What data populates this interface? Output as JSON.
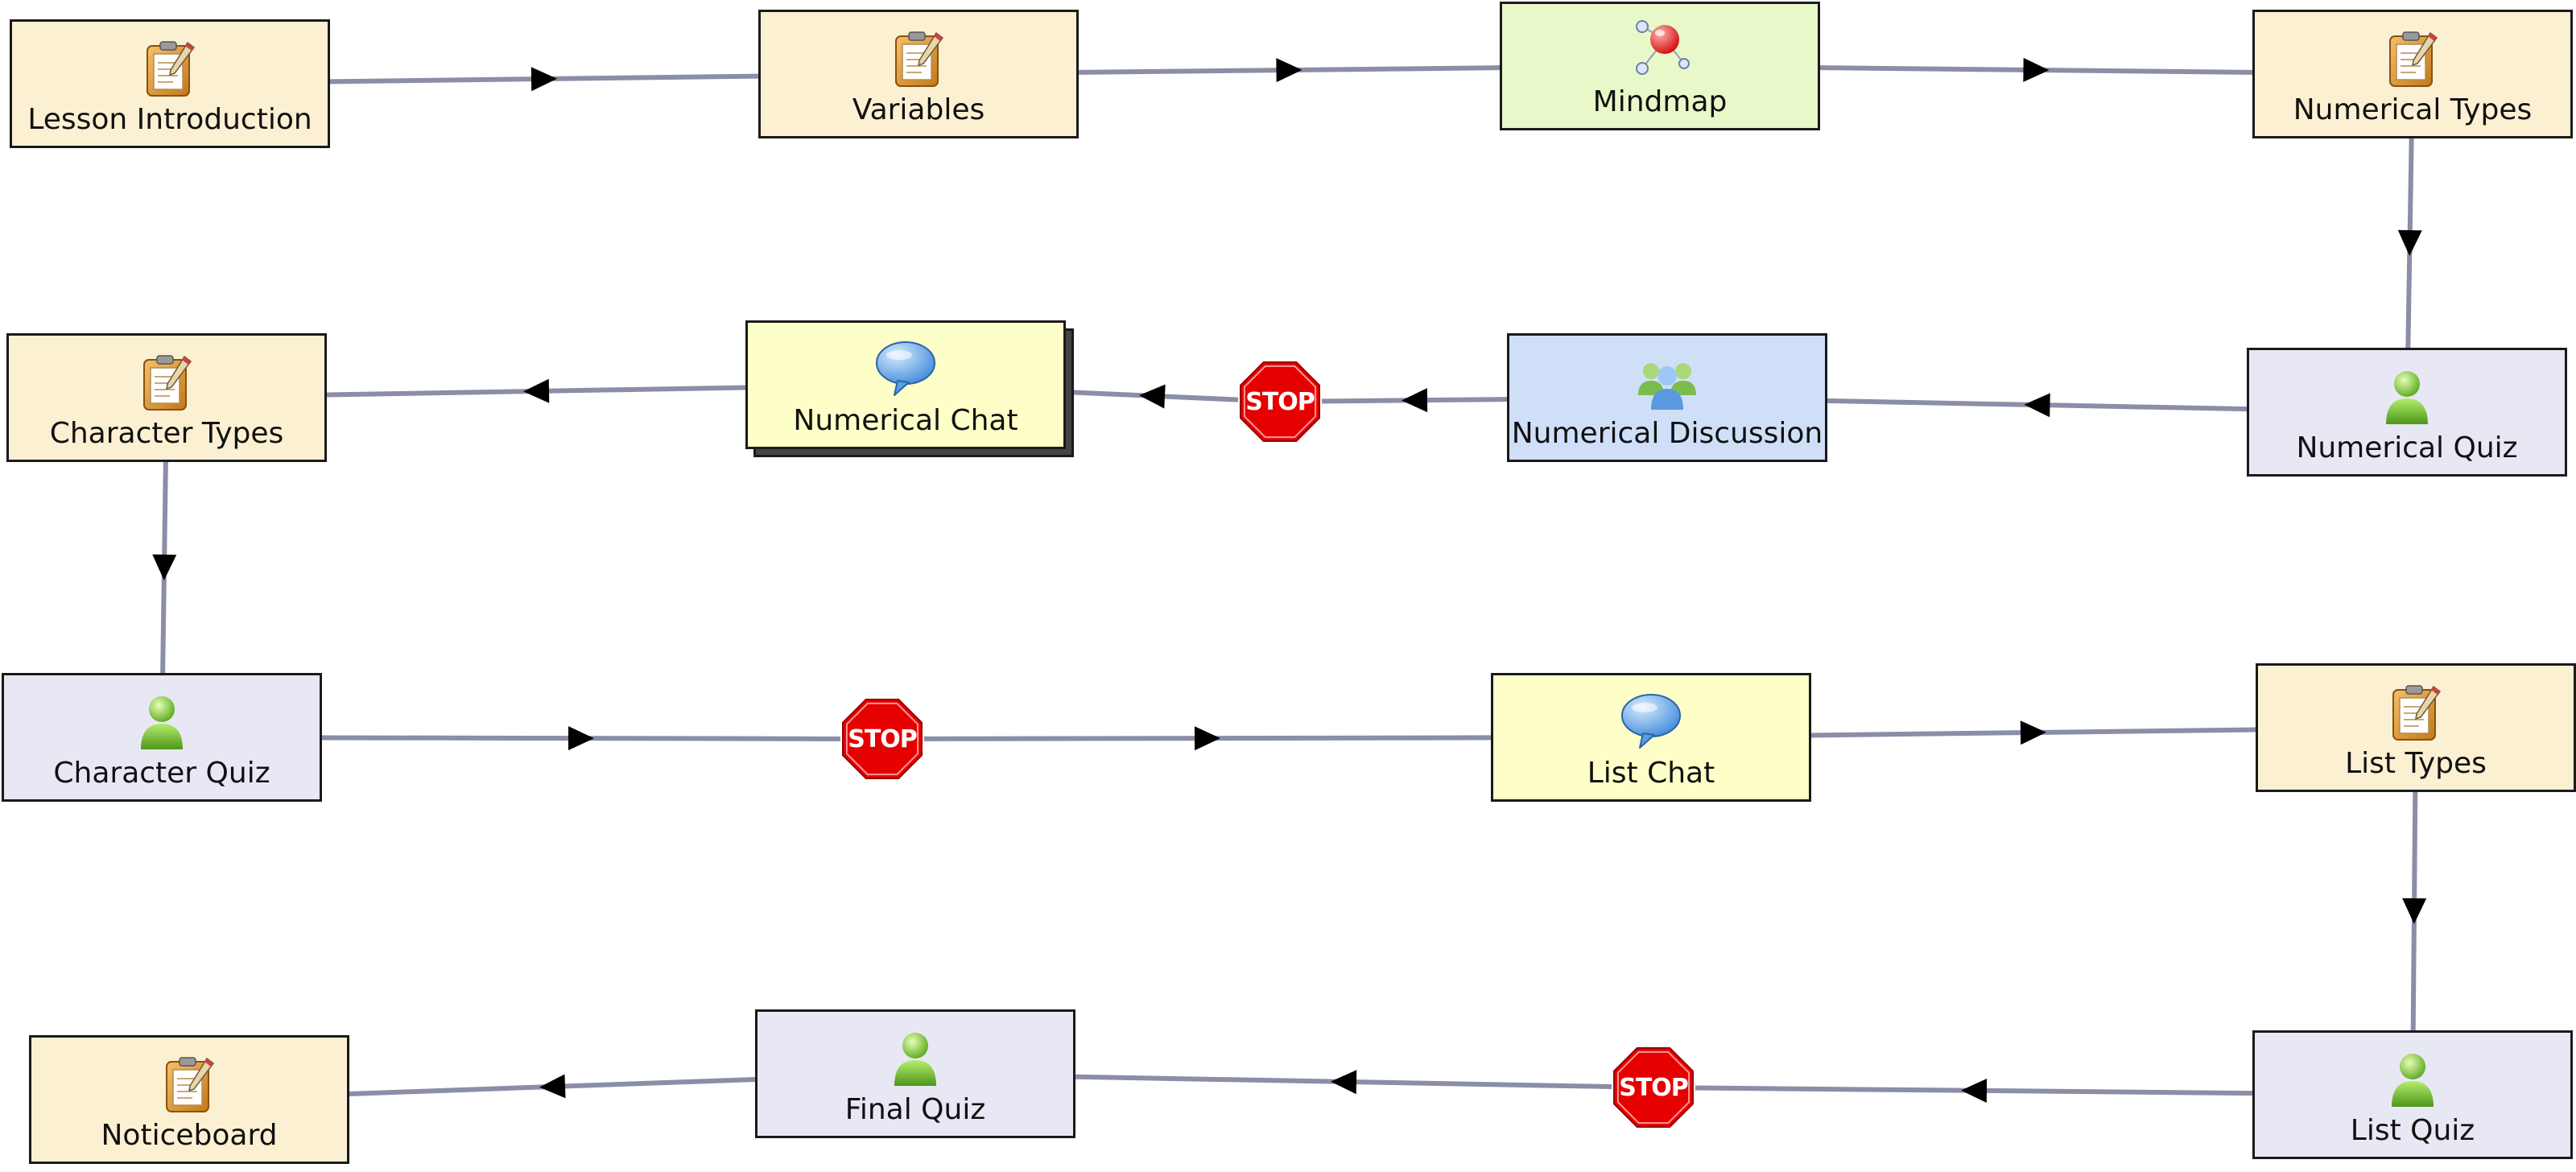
{
  "colors": {
    "noticeboard": "#fcf0d2",
    "mindmap": "#e8f8c8",
    "quiz": "#e8e8f4",
    "chat": "#fefec8",
    "forum": "#cfdff8",
    "edge": "#8a8ea6",
    "stop": "#e60000"
  },
  "activities": [
    {
      "id": "lesson-intro",
      "label": "Lesson Introduction",
      "kind": "noticeboard",
      "icon": "clipboard-icon"
    },
    {
      "id": "variables",
      "label": "Variables",
      "kind": "noticeboard",
      "icon": "clipboard-icon"
    },
    {
      "id": "mindmap",
      "label": "Mindmap",
      "kind": "mindmap",
      "icon": "mindmap-icon"
    },
    {
      "id": "numerical-types",
      "label": "Numerical Types",
      "kind": "noticeboard",
      "icon": "clipboard-icon"
    },
    {
      "id": "numerical-quiz",
      "label": "Numerical Quiz",
      "kind": "quiz",
      "icon": "person-icon"
    },
    {
      "id": "numerical-discussion",
      "label": "Numerical Discussion",
      "kind": "forum",
      "icon": "people-group-icon"
    },
    {
      "id": "numerical-chat",
      "label": "Numerical Chat",
      "kind": "chat",
      "icon": "speech-bubble-icon"
    },
    {
      "id": "character-types",
      "label": "Character Types",
      "kind": "noticeboard",
      "icon": "clipboard-icon"
    },
    {
      "id": "character-quiz",
      "label": "Character Quiz",
      "kind": "quiz",
      "icon": "person-icon"
    },
    {
      "id": "list-chat",
      "label": "List Chat",
      "kind": "chat",
      "icon": "speech-bubble-icon"
    },
    {
      "id": "list-types",
      "label": "List Types",
      "kind": "noticeboard",
      "icon": "clipboard-icon"
    },
    {
      "id": "list-quiz",
      "label": "List Quiz",
      "kind": "quiz",
      "icon": "person-icon"
    },
    {
      "id": "final-quiz",
      "label": "Final Quiz",
      "kind": "quiz",
      "icon": "person-icon"
    },
    {
      "id": "noticeboard",
      "label": "Noticeboard",
      "kind": "noticeboard",
      "icon": "clipboard-icon"
    }
  ],
  "stop_gates": [
    {
      "id": "stop-1",
      "label": "STOP"
    },
    {
      "id": "stop-2",
      "label": "STOP"
    },
    {
      "id": "stop-3",
      "label": "STOP"
    }
  ],
  "transitions": [
    {
      "from": "lesson-intro",
      "to": "variables"
    },
    {
      "from": "variables",
      "to": "mindmap"
    },
    {
      "from": "mindmap",
      "to": "numerical-types"
    },
    {
      "from": "numerical-types",
      "to": "numerical-quiz"
    },
    {
      "from": "numerical-quiz",
      "to": "numerical-discussion"
    },
    {
      "from": "numerical-discussion",
      "to": "stop-1"
    },
    {
      "from": "stop-1",
      "to": "numerical-chat"
    },
    {
      "from": "numerical-chat",
      "to": "character-types"
    },
    {
      "from": "character-types",
      "to": "character-quiz"
    },
    {
      "from": "character-quiz",
      "to": "stop-2"
    },
    {
      "from": "stop-2",
      "to": "list-chat"
    },
    {
      "from": "list-chat",
      "to": "list-types"
    },
    {
      "from": "list-types",
      "to": "list-quiz"
    },
    {
      "from": "list-quiz",
      "to": "stop-3"
    },
    {
      "from": "stop-3",
      "to": "final-quiz"
    },
    {
      "from": "final-quiz",
      "to": "noticeboard"
    }
  ]
}
